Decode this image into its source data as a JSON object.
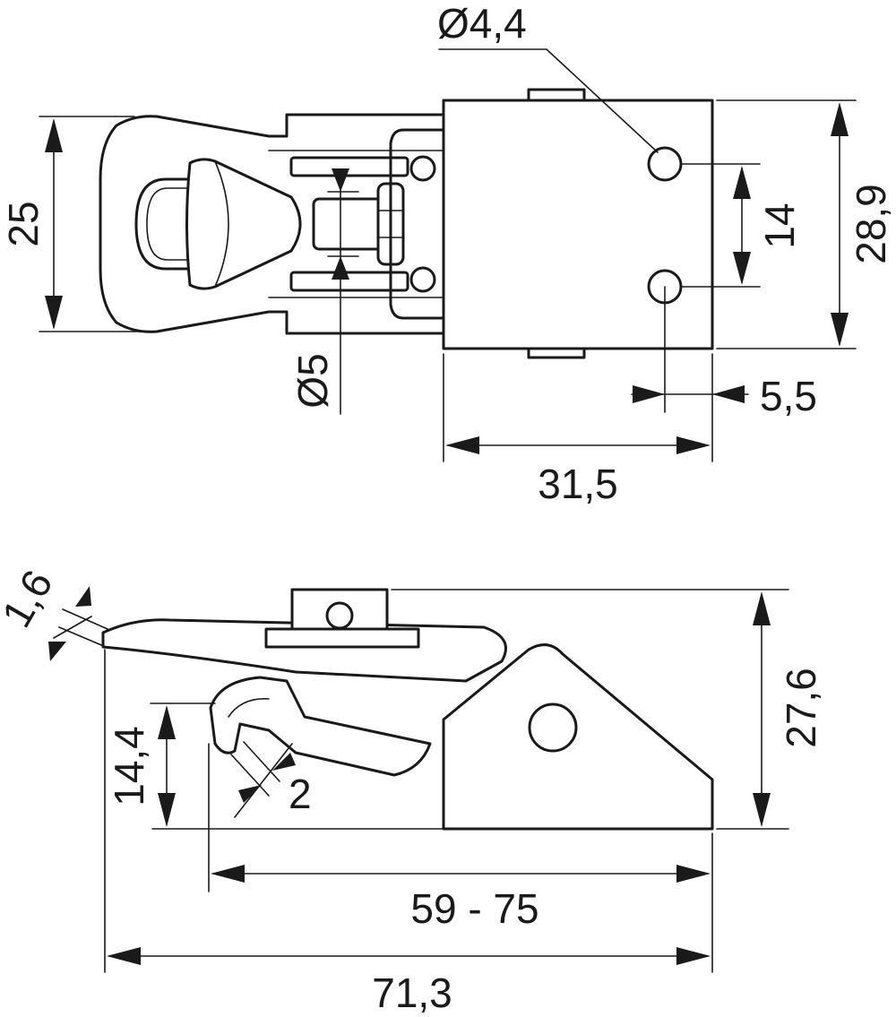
{
  "top_view": {
    "hole_diameter": "Ø4,4",
    "body_width": "25",
    "hole_spacing": "14",
    "plate_height": "28,9",
    "pin_diameter": "Ø5",
    "hole_edge_offset": "5,5",
    "plate_length": "31,5"
  },
  "side_view": {
    "sheet_thickness": "1,6",
    "overall_height": "27,6",
    "hook_height": "14,4",
    "hook_thickness": "2",
    "adjust_range": "59 - 75",
    "overall_length": "71,3"
  }
}
